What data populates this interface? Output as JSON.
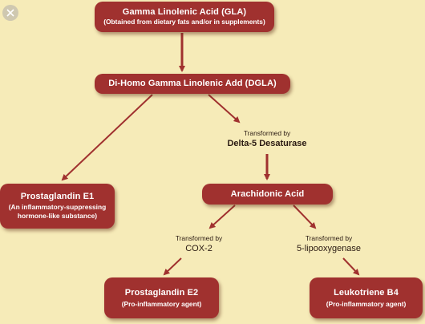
{
  "overlay": {
    "close_icon": "close-icon"
  },
  "colors": {
    "background": "#f6ebb8",
    "node_fill": "#a0312f",
    "arrow": "#a0312f",
    "label_text": "#2a1a12"
  },
  "nodes": {
    "gla": {
      "title": "Gamma Linolenic Acid (GLA)",
      "subtitle": "(Obtained from dietary fats and/or in supplements)"
    },
    "dgla": {
      "title": "Di-Homo Gamma Linolenic Add (DGLA)"
    },
    "pge1": {
      "title": "Prostaglandin E1",
      "subtitle_line1": "(An inflammatory-suppressing",
      "subtitle_line2": "hormone-like substance)"
    },
    "arachidonic": {
      "title": "Arachidonic Acid"
    },
    "pge2": {
      "title": "Prostaglandin E2",
      "subtitle": "(Pro-inflammatory agent)"
    },
    "ltb4": {
      "title": "Leukotriene B4",
      "subtitle": "(Pro-inflammatory agent)"
    }
  },
  "edge_labels": {
    "delta5": {
      "line1": "Transformed by",
      "line2": "Delta-5 Desaturase"
    },
    "cox2": {
      "line1": "Transformed by",
      "line2": "COX-2"
    },
    "lipoxygenase": {
      "line1": "Transformed by",
      "line2": "5-lipooxygenase"
    }
  }
}
